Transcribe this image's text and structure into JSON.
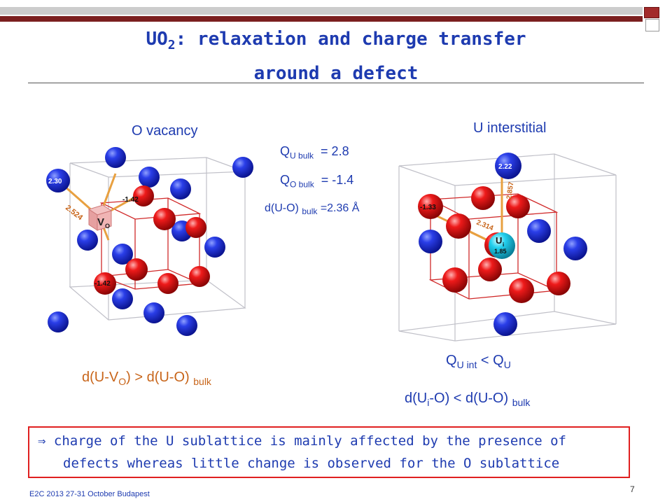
{
  "slide": {
    "title_main": "UO",
    "title_sub": "2",
    "title_rest": ": relaxation and charge transfer",
    "title_line2": "around a defect",
    "page_number": "7",
    "footer": "E2C 2013 27-31 October Budapest"
  },
  "left_structure": {
    "label": "O vacancy",
    "corner_charge": "2.30",
    "bond_length": "2.524",
    "vacancy_symbol": "V",
    "vacancy_sub": "O",
    "charge_top": "-1.42",
    "charge_bottom": "-1.42"
  },
  "right_structure": {
    "label": "U interstitial",
    "top_charge": "2.22",
    "vert_bond": "2.857",
    "diag_bond": "2.314",
    "left_charge": "-1.33",
    "interstitial_symbol": "U",
    "interstitial_sub": "i",
    "interstitial_charge": "1.85"
  },
  "bulk": {
    "q_u_label": "Q",
    "q_u_sub": "U bulk",
    "q_u_value": "= 2.8",
    "q_o_label": "Q",
    "q_o_sub": "O bulk",
    "q_o_value": "= -1.4",
    "d_label": "d(U-O)",
    "d_sub": "bulk",
    "d_value": "=2.36 Å"
  },
  "left_relation": {
    "a": "d(U-V",
    "a_sub": "O",
    "b": ") > d(U-O)",
    "b_sub": "bulk"
  },
  "right_relation": {
    "q1": "Q",
    "q1_sub": "U int",
    "q_op": "< Q",
    "q2_sub": "U",
    "d1": "d(U",
    "d1_sub": "i",
    "d_op": "-O) < d(U-O)",
    "d2_sub": "bulk"
  },
  "conclusion": {
    "arrow": "⇒",
    "line1": "charge of the U sublattice is mainly affected by the presence of",
    "line2": "defects whereas little change is observed for the O sublattice"
  },
  "colors": {
    "title": "#1e3bb0",
    "uranium": "#1a2fd0",
    "oxygen": "#e01010",
    "interstitial": "#18c8e8",
    "bond": "#e8a040",
    "frame_red": "#e02020"
  }
}
